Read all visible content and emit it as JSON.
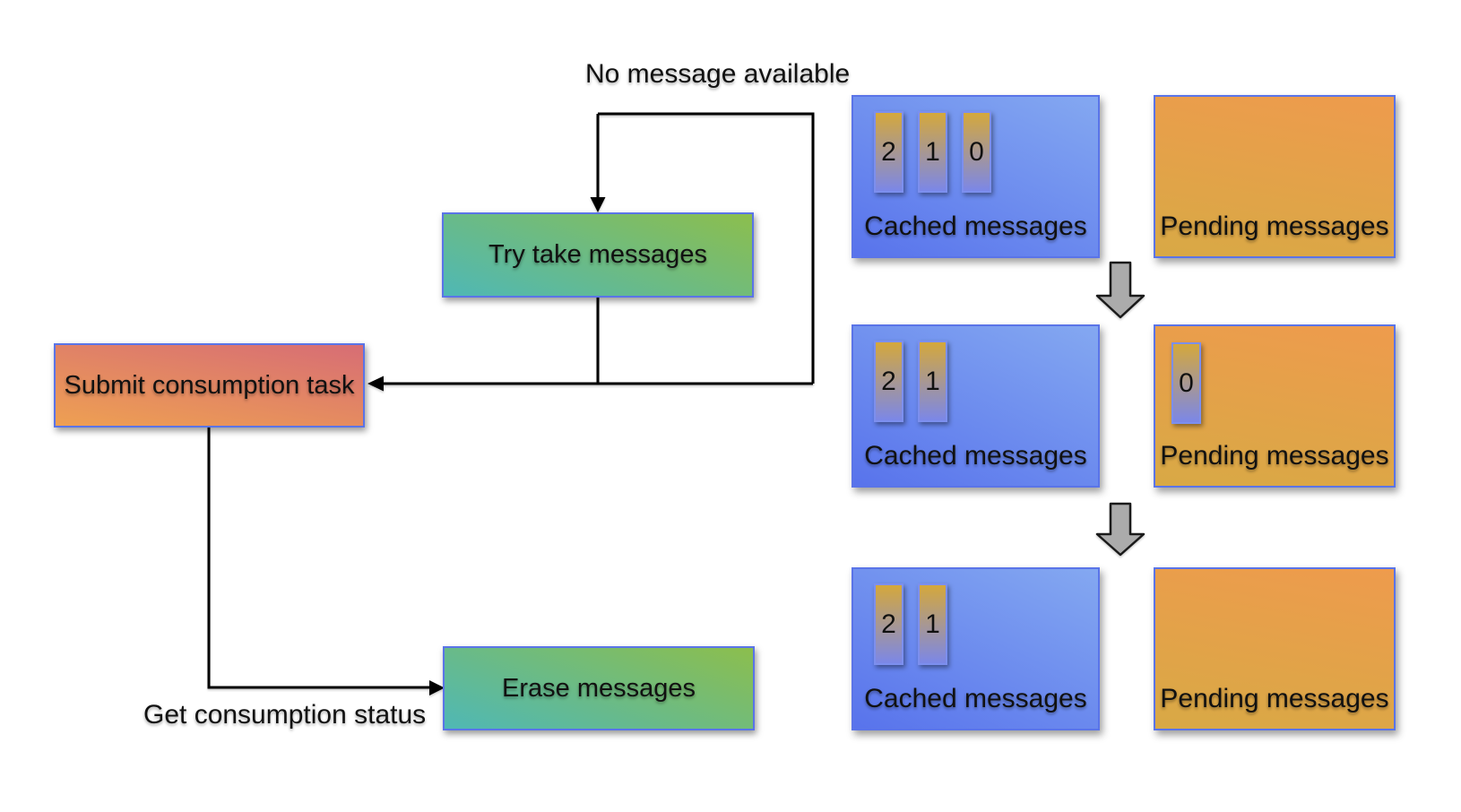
{
  "flowchart": {
    "no_message_label": "No message available",
    "try_box_label": "Try take messages",
    "submit_box_label": "Submit consumption task",
    "erase_box_label": "Erase messages",
    "get_status_label": "Get consumption status"
  },
  "state_panel": {
    "rows": [
      {
        "cached": {
          "label": "Cached messages",
          "tiles": [
            "2",
            "1",
            "0"
          ]
        },
        "pending": {
          "label": "Pending messages",
          "tiles": []
        }
      },
      {
        "cached": {
          "label": "Cached messages",
          "tiles": [
            "2",
            "1"
          ]
        },
        "pending": {
          "label": "Pending messages",
          "tiles": [
            "0"
          ]
        }
      },
      {
        "cached": {
          "label": "Cached messages",
          "tiles": [
            "2",
            "1"
          ]
        },
        "pending": {
          "label": "Pending messages",
          "tiles": []
        }
      }
    ]
  },
  "colors": {
    "flow_box_border": "#5A74E8",
    "green_box_top": "#8CBE4D",
    "green_box_bottom": "#4FB8B5",
    "red_box_top": "#D76D75",
    "red_box_bottom": "#EEA052",
    "cached_box_top": "#84A8F1",
    "cached_box_bottom": "#5873EC",
    "pending_box_top": "#EE9B4D",
    "pending_box_bottom": "#D8A945",
    "tile_top": "#D5A83B",
    "tile_bottom": "#7B87E8",
    "tile_border": "#7C8FEE",
    "step_arrow_fill": "#ABABAB",
    "connector": "#000000"
  }
}
